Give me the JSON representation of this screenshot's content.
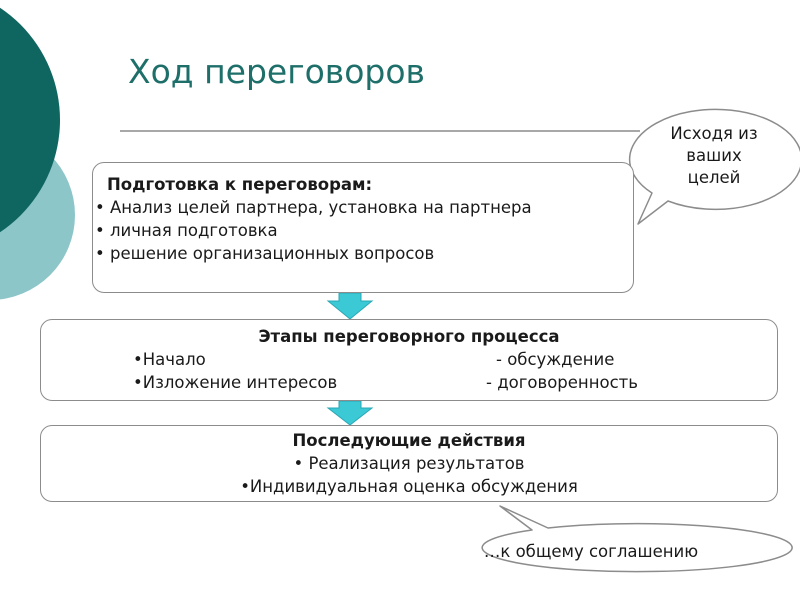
{
  "title": "Ход переговоров",
  "preparation": {
    "heading": "Подготовка к переговорам:",
    "items": [
      "• Анализ целей партнера, установка на партнера",
      "• личная подготовка",
      "• решение организационных вопросов"
    ]
  },
  "stages": {
    "heading": "Этапы переговорного процесса",
    "row1_left": "•Начало",
    "row1_right": "-      обсуждение",
    "row2_left": "•Изложение интересов",
    "row2_right": "-  договоренность"
  },
  "followup": {
    "heading": "Последующие действия",
    "items": [
      "• Реализация результатов",
      "•Индивидуальная оценка обсуждения"
    ]
  },
  "callout_goals": {
    "lines": [
      "Исходя из",
      "ваших",
      "целей"
    ]
  },
  "callout_agreement": {
    "text": "…к общему соглашению"
  },
  "colors": {
    "title": "#1e6f6a",
    "dark_teal": "#0f6560",
    "light_teal": "#8cc6c8",
    "arrow": "#3bc9d6"
  }
}
